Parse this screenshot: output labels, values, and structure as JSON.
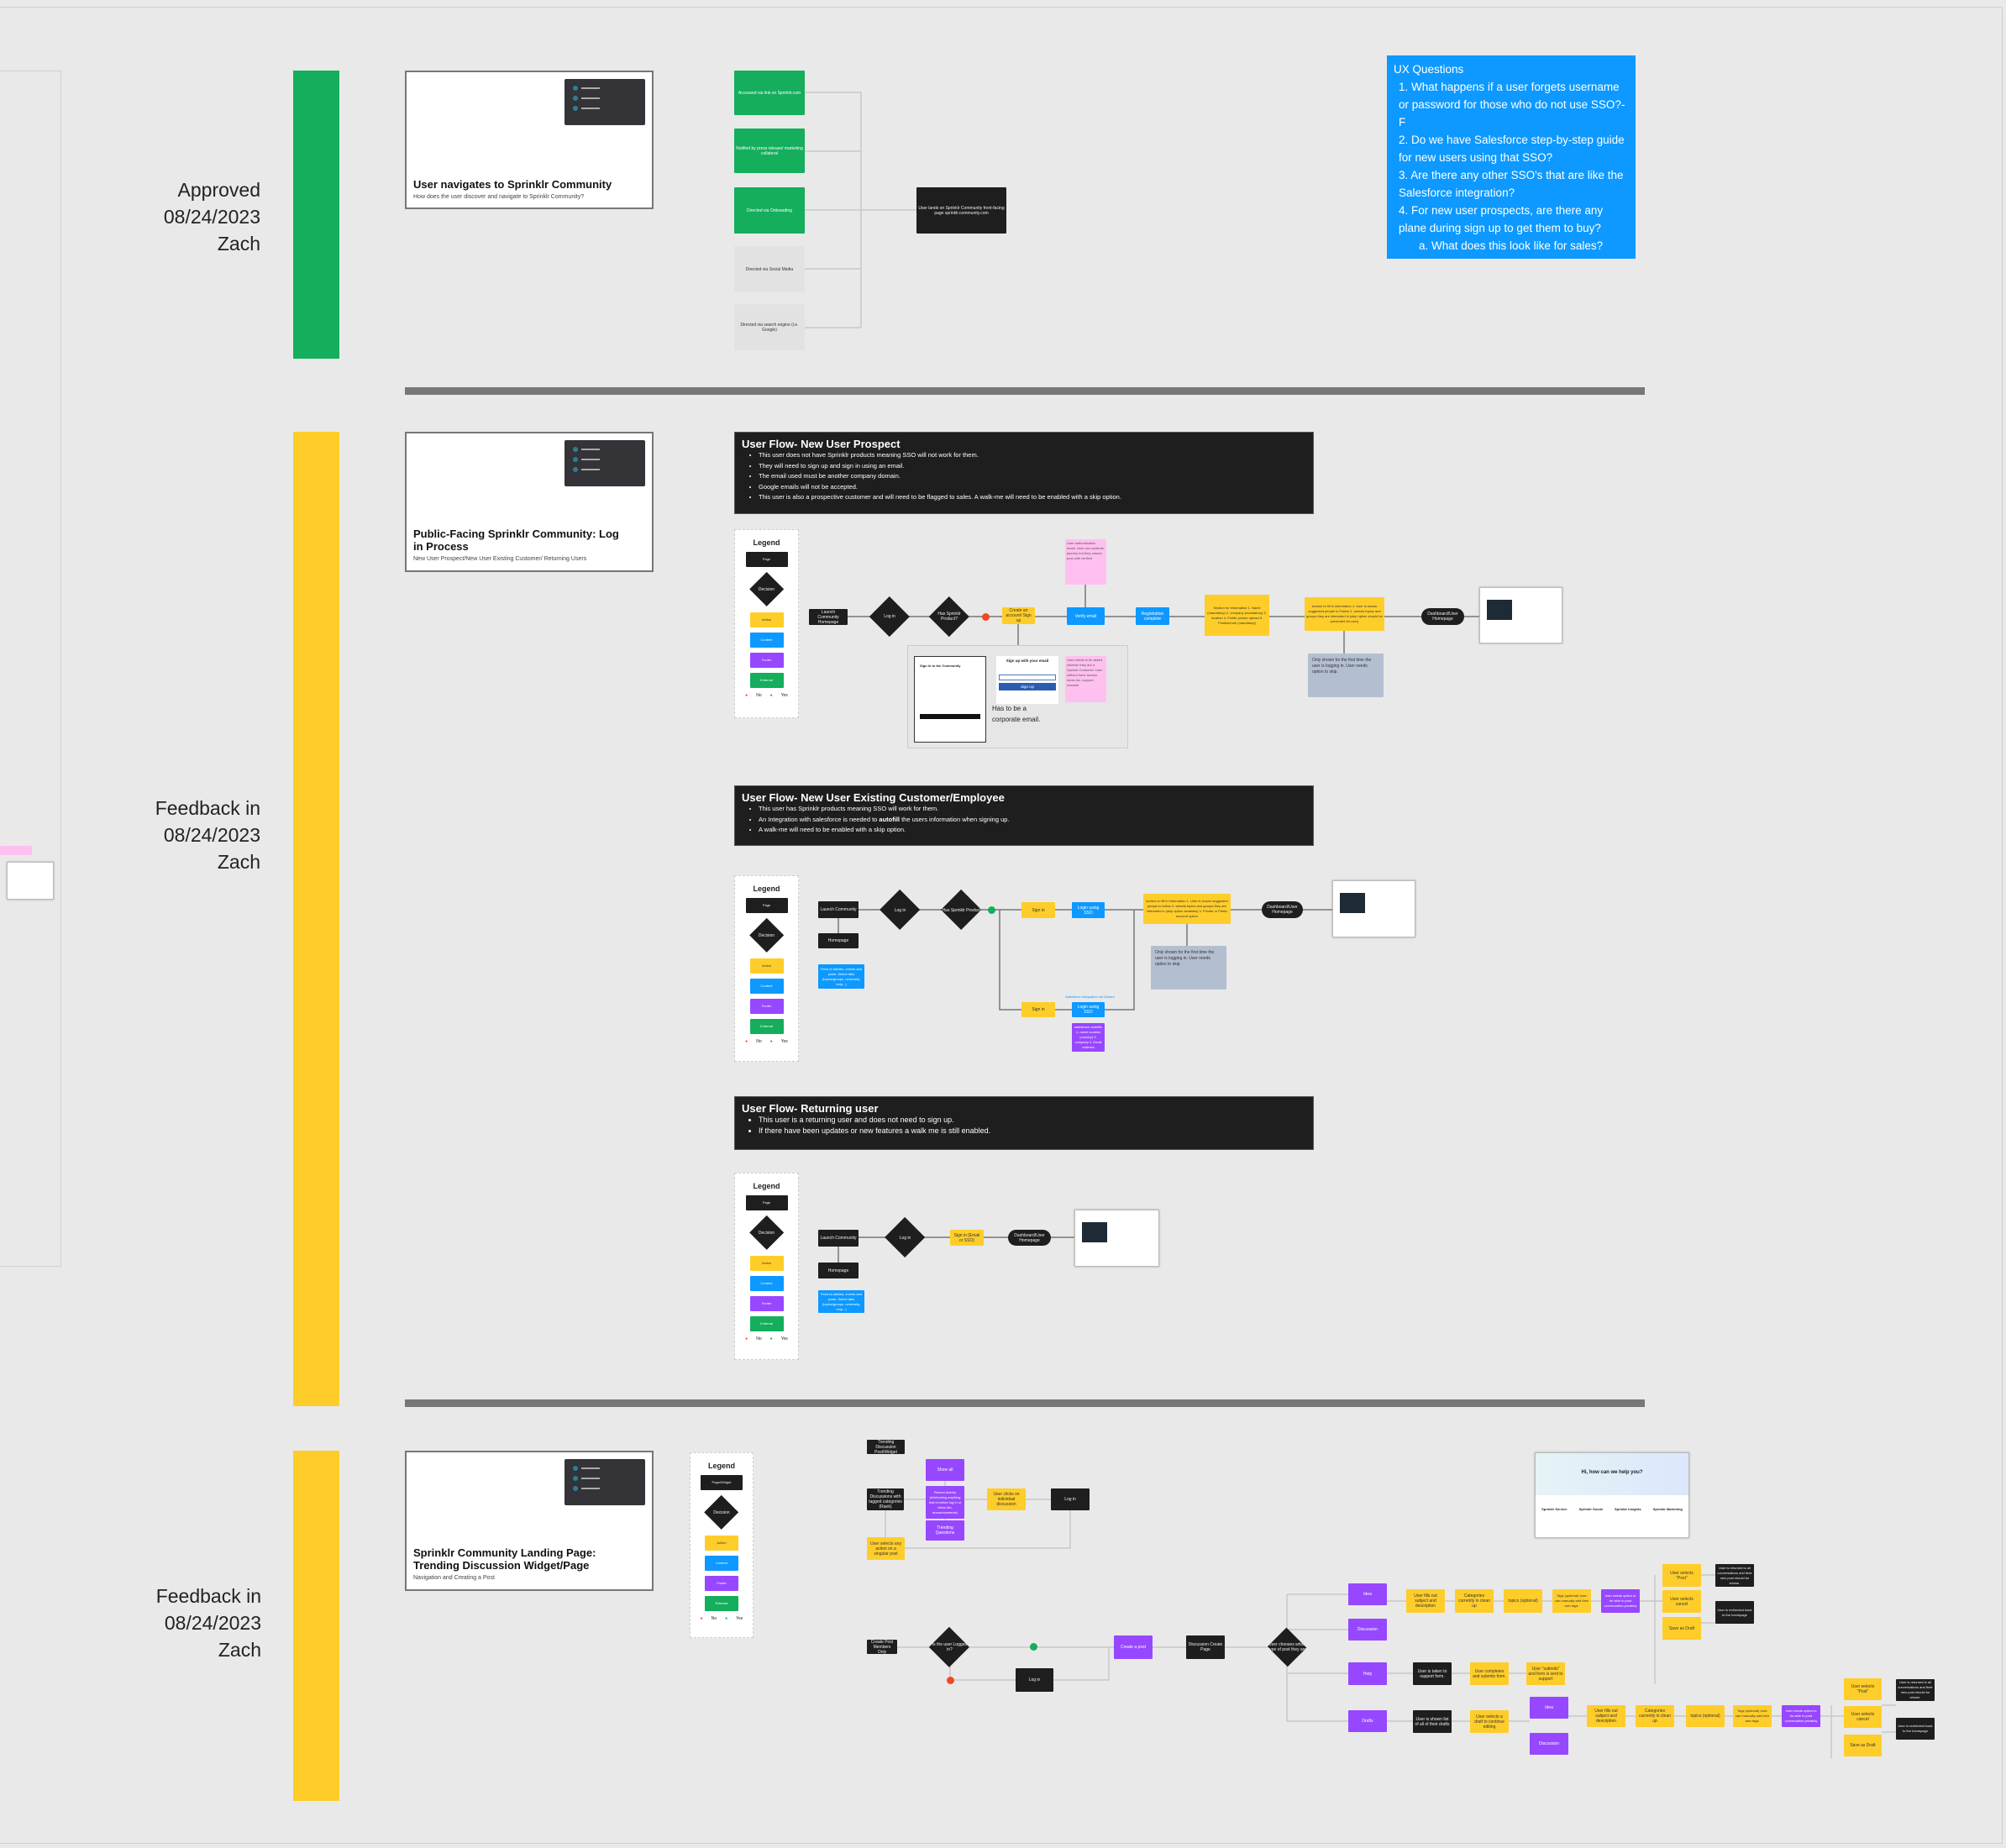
{
  "sections": [
    {
      "status": "Approved",
      "date": "08/24/2023",
      "author": "Zach",
      "color": "#14ae5c"
    },
    {
      "status": "Feedback in",
      "date": "08/24/2023",
      "author": "Zach",
      "color": "#ffcd29"
    },
    {
      "status": "Feedback in",
      "date": "08/24/2023",
      "author": "Zach",
      "color": "#ffcd29"
    }
  ],
  "cards": [
    {
      "title": "User navigates to Sprinklr Community",
      "subtitle": "How does the user discover and navigate to Sprinklr Community?"
    },
    {
      "title": "Public-Facing Sprinklr Community: Log in Process",
      "subtitle": "New User Prospect/New User Existing Customer/ Returning Users"
    },
    {
      "title": "Sprinklr Community Landing Page: Trending Discussion Widget/Page",
      "subtitle": "Navigation and Creating a Post"
    }
  ],
  "discovery": {
    "sources": [
      "Accessed via link on Sprinklr.com",
      "Notified by press release/ marketing collateral",
      "Directed via Onboarding",
      "Directed via Social Media",
      "Directed via search engine (i.e. Google)"
    ],
    "target": "User lands on Sprinklr Community front-facing page sprinklr.community.com"
  },
  "ux_questions": {
    "title": "UX Questions",
    "items": [
      "1. What happens if a user forgets username or password for those who do not use SSO?- F",
      "2. Do we have Salesforce step-by-step guide for new users using that SSO?",
      "3. Are there any other SSO's that are like the Salesforce integration?",
      "4. For new user prospects, are there any plane during sign up to get them to buy?",
      "a. What does this look like for sales?"
    ]
  },
  "legend": {
    "title": "Legend",
    "page": "Page",
    "decision": "Decision",
    "action": "Action",
    "content": "Content",
    "footer": "Footer",
    "external": "External",
    "no": "No",
    "yes": "Yes",
    "page_widget": "Page/Widget"
  },
  "flows": {
    "prospect": {
      "title": "User Flow- New User Prospect",
      "bullets": [
        "This user does not have Sprinklr products meaning SSO will not work for them.",
        "They will need to sign up and sign in using an email.",
        "The email used must be another company domain.",
        "Google emails will not be accepted.",
        "This user is also a prospective customer and will need to be flagged to sales. A walk-me will need to be enabled with a skip option."
      ],
      "nodes": {
        "launch": "Launch Community Homepage",
        "login": "Log in",
        "has_product": "Has Sprinklr Product?",
        "create": "Create an account/ Sign up",
        "verify": "Verify email",
        "reg": "Registration complete",
        "info": "Section for information 1. Name (mandatory) 2. company (mandatory) 3. location 4. Profile picture upload 5. Position/role (mandatory)",
        "fill": "section to fill in information 1. User is shown suggested people to Follow 2. selects topics and groups they are interested in (skip option should be presented for user)",
        "dashboard": "Dashboard/User Homepage",
        "pink1": "User authentication email. User can continue journey but they cannot post until verified.",
        "pink2": "User needs to be asked whether they are a Sprinklr Customer. User without have access show rec, support, rewards",
        "note": "Only shown for the first time the user is logging in. User needs option to skip.",
        "signin_title": "Sign in to the Community",
        "signup_title": "Sign up with your email",
        "signup_button": "Sign Up",
        "corp": "Has to be a corporate email."
      }
    },
    "existing": {
      "title": "User Flow- New User Existing Customer/Employee",
      "bullets": [
        "This user has Sprinklr products meaning SSO will work for them.",
        "An Integration with salesforce is needed to ",
        "A walk-me will need to be enabled with a skip option."
      ],
      "bold": "autofill",
      "bullet2_tail": " the users information when signing up.",
      "nodes": {
        "launch": "Launch Community",
        "homepage": "Homepage",
        "login": "Log in",
        "has_product": "Has Sprinklr Product",
        "signin": "Sign in",
        "sso": "Login using SSO",
        "fill": "section to fill in information 1. User is shown suggested people to follow 2. selects topics and groups they are interested in (skip option available) 3. Private or Public account option",
        "dashboard": "Dashboard/User Homepage",
        "blue_note": "Feed of articles, events and posts. Select tabs (topics/groups, university, help...)",
        "note": "Only shown for the first time the user is logging in. User needs option to skip.",
        "sf_label": "Salesforce integration via Sohere",
        "purple": "salesforce autofills 1. name location (country) 3. company 4. Email address"
      }
    },
    "returning": {
      "title": "User Flow- Returning user",
      "bullets": [
        "This user is a returning user and does not need to sign up.",
        "If there have been updates or new features a walk me is still enabled."
      ],
      "nodes": {
        "launch": "Launch Community",
        "homepage": "Homepage",
        "login": "Log in",
        "signin": "Sign in (Email or SSO)",
        "dashboard": "Dashboard/User Homepage",
        "blue_note": "Feed of articles, events and posts. Select tabs (topics/groups, university, help...)"
      }
    },
    "trending": {
      "nodes": {
        "widget": "Trending Discussion Post/Widget",
        "trending": "Trending Discussions with tagged categories (Rank)",
        "show_all": "Show all",
        "recent": "Recent Activity (eliminating anything that is before log in or ideas tab, announcements)",
        "trending_q": "Trending Questions",
        "clicks": "User clicks on individual discussion",
        "login": "Log in",
        "any_action": "User selects any action on a singular post",
        "create": "Create Post Members Only",
        "logged": "Is the user Logged in?",
        "login2": "Log in",
        "create_post": "Create a post",
        "page": "Discussion Create Page",
        "chooses": "User chooses which type of post they are",
        "idea": "Idea",
        "discussion": "Discussion",
        "help": "Help",
        "drafts": "Drafts",
        "fill": "User fills out subject and description",
        "categories": "Categories currently in clean up",
        "topics": "topics (optional)",
        "tags": "Tags (optional) User can manually add their own tags.",
        "anon": "User needs option to be able to post conversation privately",
        "post": "User selects \"Post\"",
        "cancel": "User selects cancel",
        "draft": "Save as Draft",
        "returned": "User is returned to all conversations and their new post should be shown.",
        "redirected": "User is redirected back to the homepage",
        "support": "User is taken to support form.",
        "completes": "User completes and submits form.",
        "submit": "User \"submits\" and form is sent to support",
        "draft_list": "User is shown list of all of their drafts",
        "select_draft": "User selects a draft to continue editing",
        "help_title": "Hi, how can we help you?",
        "products": [
          "Sprinklr Service",
          "Sprinklr Social",
          "Sprinklr Insights",
          "Sprinklr Marketing"
        ]
      }
    }
  }
}
